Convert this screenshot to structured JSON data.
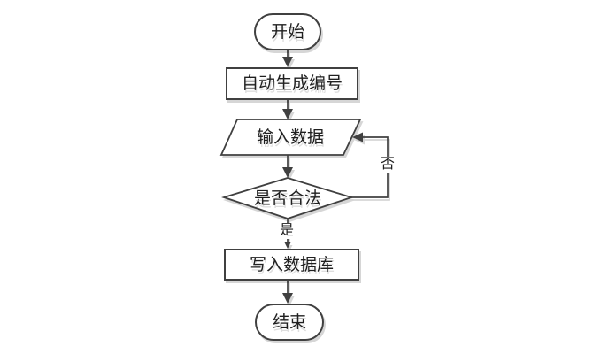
{
  "diagram": {
    "background": "#ffffff",
    "stroke_color": "#404040",
    "shadow_color": "#d6d6d6",
    "text_color": "#1f1f1f",
    "nodes": {
      "start": {
        "label": "开始",
        "type": "terminator"
      },
      "autonumber": {
        "label": "自动生成编号",
        "type": "process"
      },
      "input": {
        "label": "输入数据",
        "type": "input-output"
      },
      "decision": {
        "label": "是否合法",
        "type": "decision"
      },
      "write": {
        "label": "写入数据库",
        "type": "process"
      },
      "end": {
        "label": "结束",
        "type": "terminator"
      }
    },
    "edge_labels": {
      "yes": "是",
      "no": "否"
    }
  }
}
